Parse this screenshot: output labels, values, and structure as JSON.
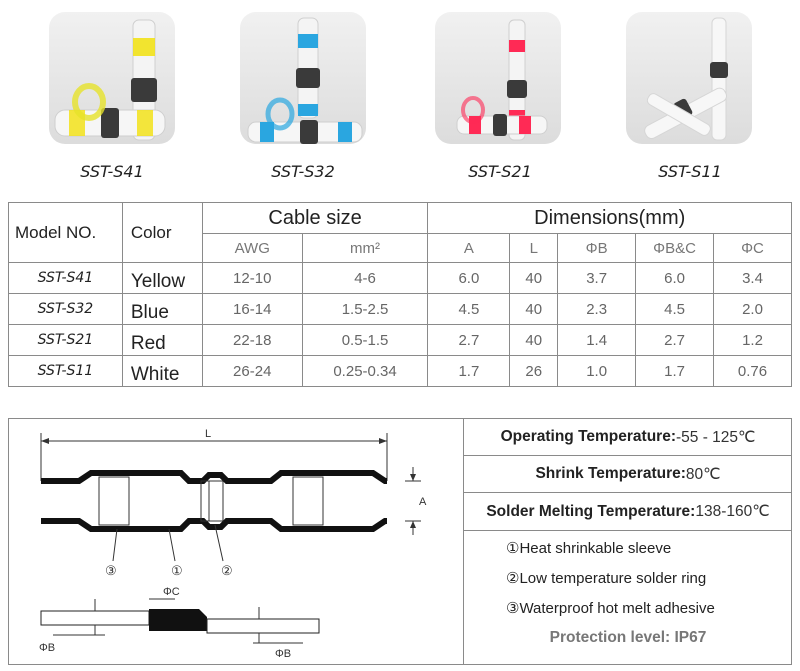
{
  "products": [
    {
      "model": "SST-S41",
      "color_hex": "#f2e21a"
    },
    {
      "model": "SST-S32",
      "color_hex": "#2aa6e0"
    },
    {
      "model": "SST-S21",
      "color_hex": "#ff2a55"
    },
    {
      "model": "SST-S11",
      "color_hex": "#d8d8d8"
    }
  ],
  "table": {
    "headers": {
      "model": "Model NO.",
      "color": "Color",
      "cable_size": "Cable size",
      "dimensions": "Dimensions(mm)",
      "awg": "AWG",
      "mm2": "mm²",
      "a": "A",
      "l": "L",
      "phi_b": "ΦB",
      "phi_bc": "ΦB&C",
      "phi_c": "ΦC"
    },
    "rows": [
      {
        "model": "SST-S41",
        "color": "Yellow",
        "awg": "12-10",
        "mm2": "4-6",
        "a": "6.0",
        "l": "40",
        "phi_b": "3.7",
        "phi_bc": "6.0",
        "phi_c": "3.4"
      },
      {
        "model": "SST-S32",
        "color": "Blue",
        "awg": "16-14",
        "mm2": "1.5-2.5",
        "a": "4.5",
        "l": "40",
        "phi_b": "2.3",
        "phi_bc": "4.5",
        "phi_c": "2.0"
      },
      {
        "model": "SST-S21",
        "color": "Red",
        "awg": "22-18",
        "mm2": "0.5-1.5",
        "a": "2.7",
        "l": "40",
        "phi_b": "1.4",
        "phi_bc": "2.7",
        "phi_c": "1.2"
      },
      {
        "model": "SST-S11",
        "color": "White",
        "awg": "26-24",
        "mm2": "0.25-0.34",
        "a": "1.7",
        "l": "26",
        "phi_b": "1.0",
        "phi_bc": "1.7",
        "phi_c": "0.76"
      }
    ]
  },
  "diagram": {
    "length_label": "L",
    "height_label": "A",
    "callout_1": "③",
    "callout_2": "①",
    "callout_3": "②",
    "phi_c_label": "ΦC",
    "phi_b_left_label": "ΦB",
    "phi_b_right_label": "ΦB"
  },
  "specs": {
    "operating_label": "Operating Temperature:",
    "operating_value": "-55 - 125℃",
    "shrink_label": "Shrink Temperature:",
    "shrink_value": "80℃",
    "solder_label": "Solder Melting Temperature:",
    "solder_value": "138-160℃"
  },
  "legend": [
    "①Heat shrinkable sleeve",
    "②Low temperature solder ring",
    "③Waterproof hot melt adhesive"
  ],
  "protection": "Protection level: IP67"
}
